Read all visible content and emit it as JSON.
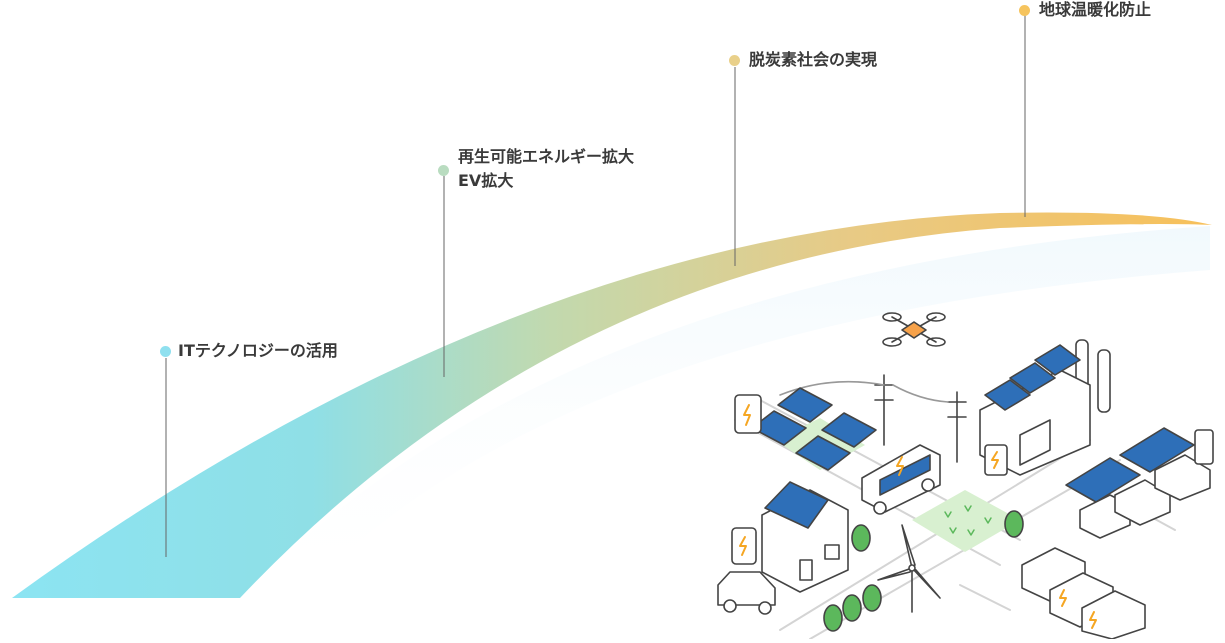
{
  "milestones": [
    {
      "lines": [
        "ITテクノロジーの活用"
      ],
      "color": "#8fe0ef"
    },
    {
      "lines": [
        "再生可能エネルギー拡大",
        "EV拡大"
      ],
      "color": "#b9dcc0"
    },
    {
      "lines": [
        "脱炭素社会の実現"
      ],
      "color": "#e9d08a"
    },
    {
      "lines": [
        "地球温暖化防止"
      ],
      "color": "#f6c45e"
    }
  ],
  "palette": {
    "band_start": "#8ce4f2",
    "band_mid": "#c2d9ae",
    "band_end": "#f7c05a",
    "solar": "#2e6fb8",
    "tree": "#5cb85c",
    "drone": "#f7a24a",
    "bolt": "#f5a623",
    "grass": "#d8f0d0"
  }
}
